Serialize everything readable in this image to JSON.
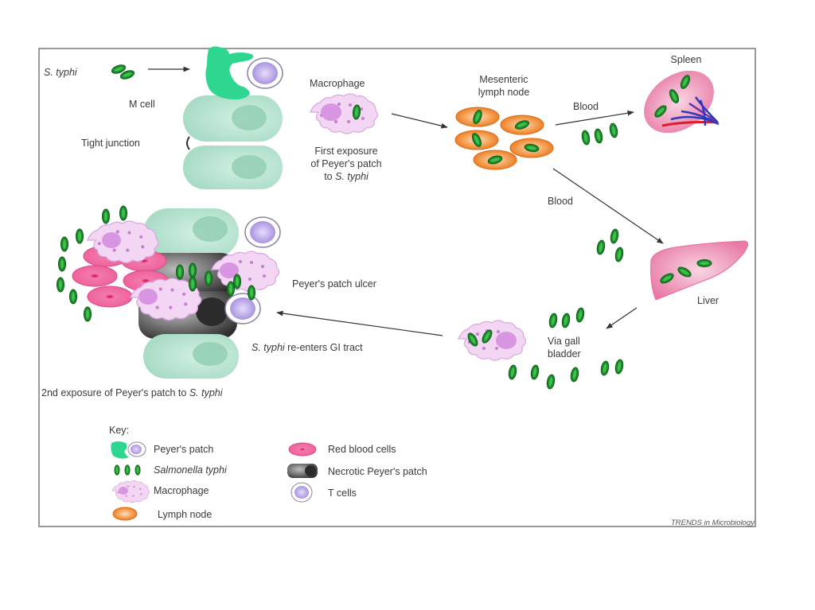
{
  "diagram": {
    "title": "Pathogenesis of Salmonella typhi infection via Peyer's patches",
    "labels": {
      "s_typhi": "S. typhi",
      "m_cell": "M cell",
      "tight_junction": "Tight junction",
      "macrophage": "Macrophage",
      "first_exposure_1": "First exposure",
      "first_exposure_2": "of Peyer's patch",
      "first_exposure_3_prefix": "to ",
      "first_exposure_3_italic": "S. typhi",
      "mesenteric_1": "Mesenteric",
      "mesenteric_2": "lymph node",
      "blood_to_spleen": "Blood",
      "spleen": "Spleen",
      "blood_to_liver": "Blood",
      "liver": "Liver",
      "via_gall_1": "Via gall",
      "via_gall_2": "bladder",
      "reenters_italic": "S. typhi",
      "reenters_rest": " re-enters GI tract",
      "ulcer": "Peyer's patch ulcer",
      "second_exposure_prefix": "2nd exposure of Peyer's patch to ",
      "second_exposure_italic": "S. typhi"
    },
    "key": {
      "title": "Key:",
      "items": [
        {
          "label": "Peyer's patch",
          "icon": "peyers-patch-icon"
        },
        {
          "label": "Salmonella typhi",
          "icon": "salmonella-icon"
        },
        {
          "label": "Macrophage",
          "icon": "macrophage-icon"
        },
        {
          "label": "Lymph node",
          "icon": "lymph-node-icon"
        },
        {
          "label": "Red blood cells",
          "icon": "red-blood-cell-icon"
        },
        {
          "label": "Necrotic Peyer's patch",
          "icon": "necrotic-patch-icon"
        },
        {
          "label": "T cells",
          "icon": "t-cell-icon"
        }
      ]
    },
    "credit": "TRENDS in Microbiology",
    "colors": {
      "bacterium": "#1f9a2e",
      "m_cell": "#2ed68f",
      "epithelium": "#bfe8d6",
      "t_cell": "#c9b4ee",
      "macrophage": "#f0d2f2",
      "lymph_node": "#f08a2c",
      "red_blood_cell": "#ef6fa6",
      "necrotic": "#4a4a4a",
      "organ": "#ef8fb8",
      "frame": "#9a9a9a"
    }
  }
}
